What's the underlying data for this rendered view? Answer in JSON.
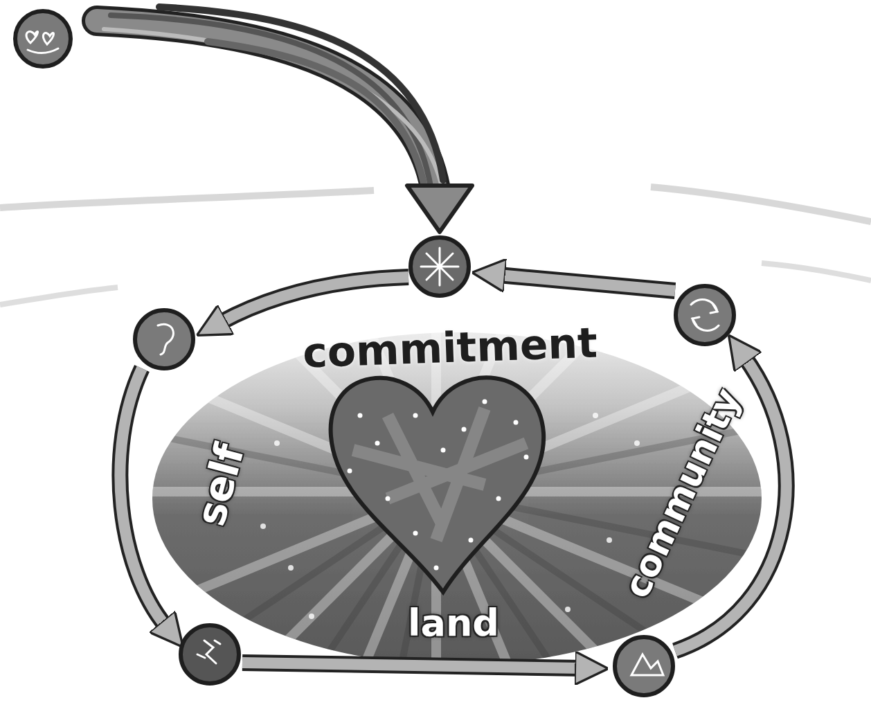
{
  "diagram": {
    "labels": [
      "commitment",
      "self",
      "community",
      "land"
    ]
  }
}
